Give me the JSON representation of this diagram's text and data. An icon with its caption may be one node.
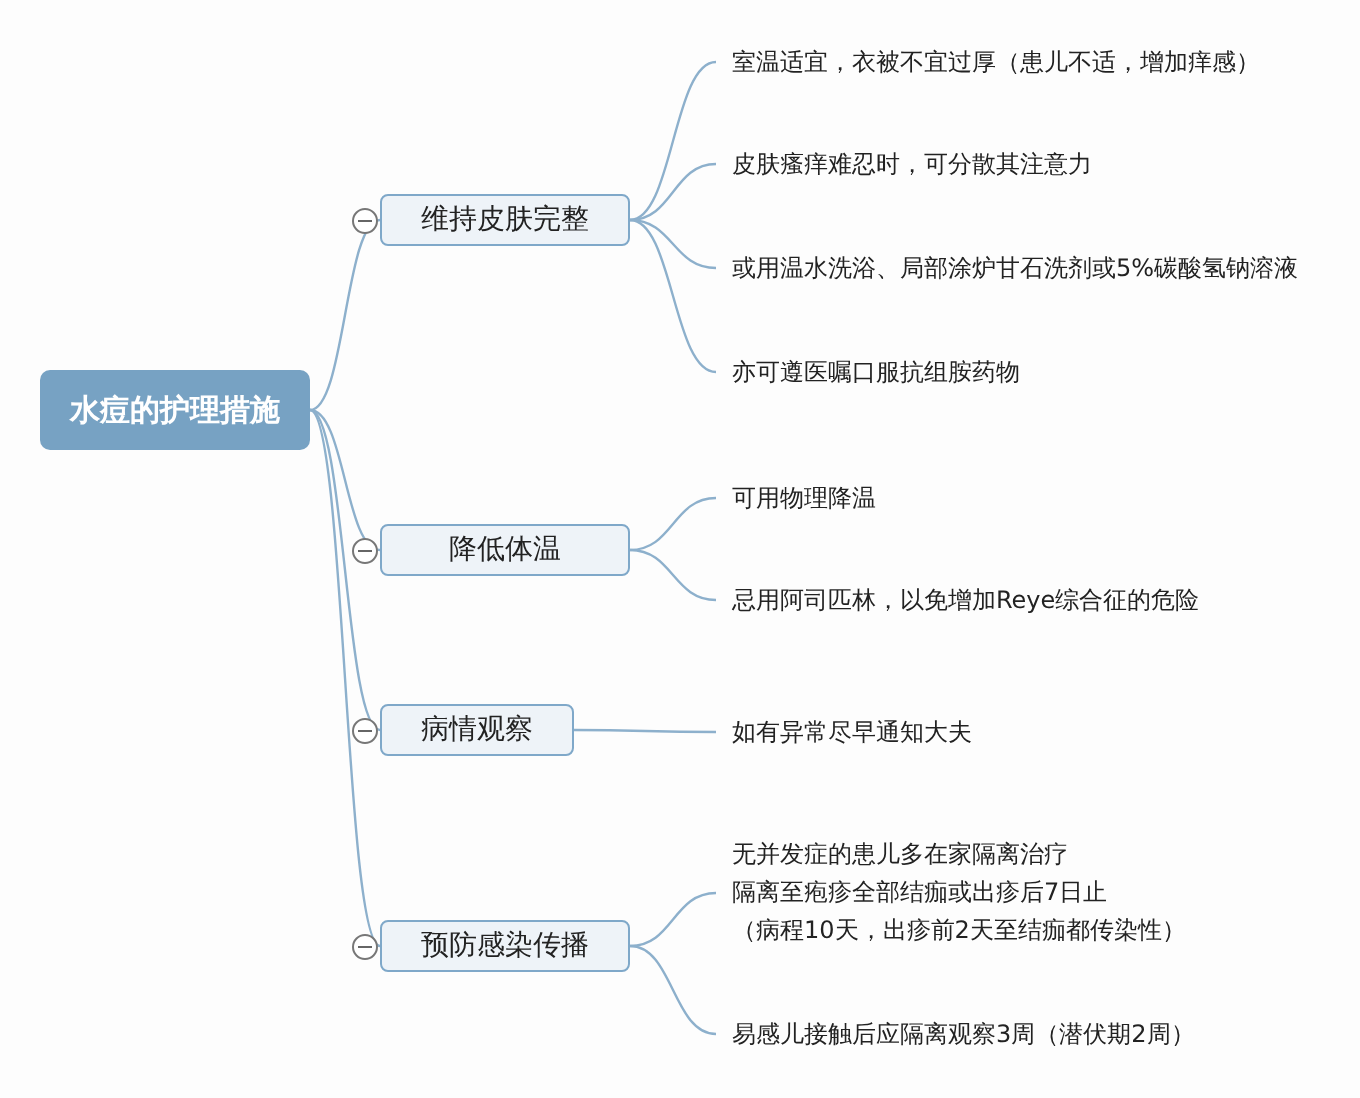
{
  "diagram": {
    "nodes": [
      {
        "text": [
          "水痘的护理措施"
        ]
      },
      {
        "text": [
          "维持皮肤完整"
        ]
      },
      {
        "text": [
          "室温适宜，衣被不宜过厚（患儿不适，增加痒感）"
        ]
      },
      {
        "text": [
          "皮肤瘙痒难忍时，可分散其注意力"
        ]
      },
      {
        "text": [
          "或用温水洗浴、局部涂炉甘石洗剂或5%碳酸氢钠溶液"
        ]
      },
      {
        "text": [
          "亦可遵医嘱口服抗组胺药物"
        ]
      },
      {
        "text": [
          "降低体温"
        ]
      },
      {
        "text": [
          "可用物理降温"
        ]
      },
      {
        "text": [
          "忌用阿司匹林，以免增加Reye综合征的危险"
        ]
      },
      {
        "text": [
          "病情观察"
        ]
      },
      {
        "text": [
          "如有异常尽早通知大夫"
        ]
      },
      {
        "text": [
          "预防感染传播"
        ]
      },
      {
        "text": [
          "无并发症的患儿多在家隔离治疗",
          "隔离至疱疹全部结痂或出疹后7日止",
          "（病程10天，出疹前2天至结痂都传染性）"
        ]
      },
      {
        "text": [
          "易感儿接触后应隔离观察3周（潜伏期2周）"
        ]
      }
    ],
    "edges": [
      {
        "from": 0,
        "to": 1,
        "arrow": "none"
      },
      {
        "from": 0,
        "to": 6,
        "arrow": "none"
      },
      {
        "from": 0,
        "to": 9,
        "arrow": "none"
      },
      {
        "from": 0,
        "to": 11,
        "arrow": "none"
      },
      {
        "from": 1,
        "to": 2,
        "arrow": "none"
      },
      {
        "from": 1,
        "to": 3,
        "arrow": "none"
      },
      {
        "from": 1,
        "to": 4,
        "arrow": "none"
      },
      {
        "from": 1,
        "to": 5,
        "arrow": "none"
      },
      {
        "from": 6,
        "to": 7,
        "arrow": "none"
      },
      {
        "from": 6,
        "to": 8,
        "arrow": "none"
      },
      {
        "from": 9,
        "to": 10,
        "arrow": "none"
      },
      {
        "from": 11,
        "to": 12,
        "arrow": "none"
      },
      {
        "from": 11,
        "to": 13,
        "arrow": "none"
      }
    ]
  }
}
